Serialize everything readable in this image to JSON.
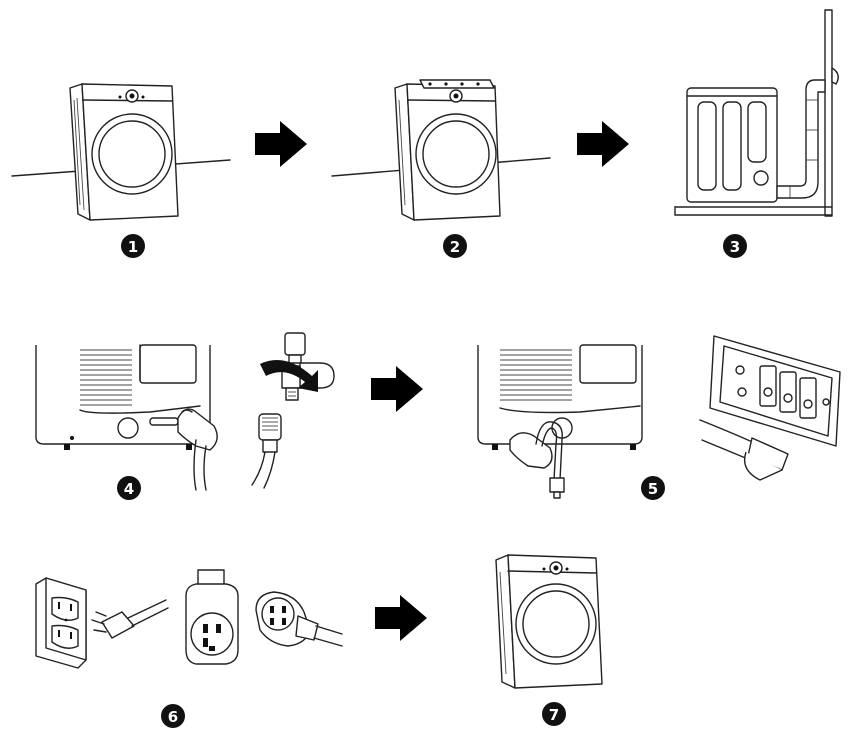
{
  "steps": [
    {
      "label": "1"
    },
    {
      "label": "2"
    },
    {
      "label": "3"
    },
    {
      "label": "4"
    },
    {
      "label": "5"
    },
    {
      "label": "6"
    },
    {
      "label": "7"
    }
  ],
  "arrows": [
    {
      "icon": "right-arrow-icon"
    },
    {
      "icon": "right-arrow-icon"
    },
    {
      "icon": "right-arrow-icon"
    },
    {
      "icon": "right-arrow-icon"
    },
    {
      "icon": "right-arrow-icon"
    }
  ],
  "colors": {
    "line": "#222222",
    "fill": "#ffffff",
    "badge": "#111111"
  }
}
